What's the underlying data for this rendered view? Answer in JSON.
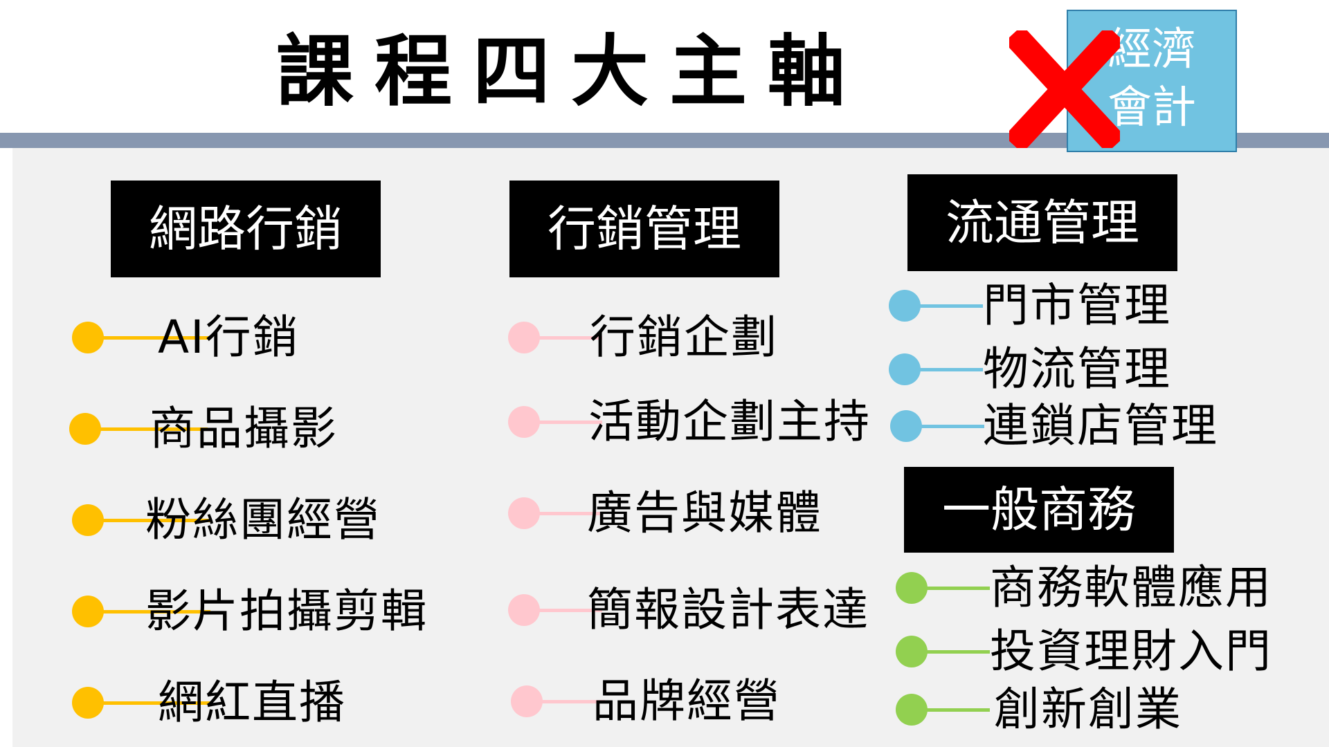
{
  "title": "課程四大主軸",
  "crossed_box": {
    "line1": "經濟",
    "line2": "會計"
  },
  "colors": {
    "yellow": "#ffc000",
    "pink": "#ffc7ce",
    "blue": "#71c3e1",
    "green": "#92d050",
    "divider": "#8797b0"
  },
  "columns": [
    {
      "header": "網路行銷",
      "items": [
        "AI行銷",
        "商品攝影",
        "粉絲團經營",
        "影片拍攝剪輯",
        "網紅直播"
      ]
    },
    {
      "header": "行銷管理",
      "items": [
        "行銷企劃",
        "活動企劃主持",
        "廣告與媒體",
        "簡報設計表達",
        "品牌經營"
      ]
    },
    {
      "header": "流通管理",
      "items": [
        "門市管理",
        "物流管理",
        "連鎖店管理"
      ]
    },
    {
      "header": "一般商務",
      "items": [
        "商務軟體應用",
        "投資理財入門",
        "創新創業"
      ]
    }
  ]
}
